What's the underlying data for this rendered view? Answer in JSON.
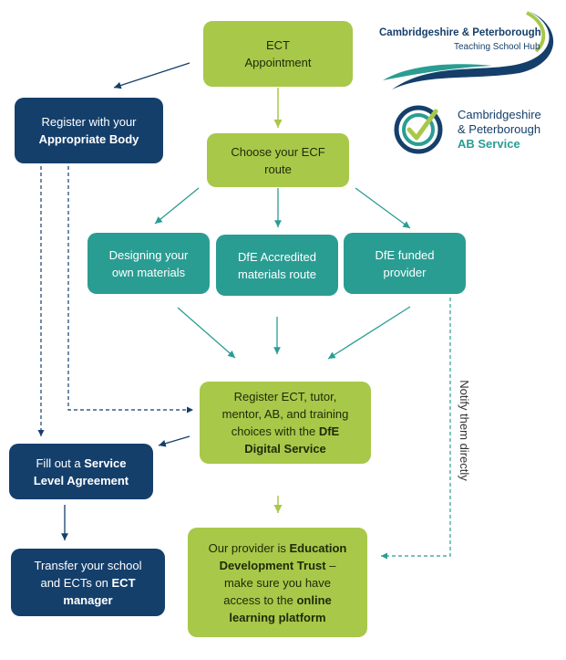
{
  "logos": {
    "tsh": {
      "line1": "Cambridgeshire & Peterborough",
      "line2": "Teaching School Hub"
    },
    "ab": {
      "line1": "Cambridgeshire",
      "line2": "& Peterborough",
      "line3": "AB Service"
    }
  },
  "nodes": {
    "ect_appointment": {
      "line1": "ECT",
      "line2": "Appointment"
    },
    "register_body": {
      "line1": "Register with your",
      "bold": "Appropriate Body"
    },
    "choose_route": {
      "line1": "Choose your ECF",
      "line2": "route"
    },
    "designing": {
      "line1": "Designing your",
      "line2": "own materials"
    },
    "dfe_accredited": {
      "line1": "DfE Accredited",
      "line2": "materials route"
    },
    "dfe_funded": {
      "line1": "DfE funded",
      "line2": "provider"
    },
    "register_ect": {
      "line1": "Register ECT, tutor,",
      "line2": "mentor, AB, and training",
      "line3a": "choices with the ",
      "bold1": "DfE",
      "bold2": "Digital Service"
    },
    "sla": {
      "line1a": "Fill out a ",
      "bold1": "Service",
      "bold2": "Level Agreement"
    },
    "transfer": {
      "line1": "Transfer your school",
      "line2a": "and ECTs on ",
      "bold1": "ECT",
      "bold2": "manager"
    },
    "provider": {
      "line1a": "Our provider is ",
      "bold1": "Education",
      "bold2": "Development Trust",
      "line2b": " –",
      "line3": "make sure you have",
      "line4a": "access to the ",
      "bold3": "online",
      "bold4": "learning platform"
    }
  },
  "notify_label": "Notify them directly",
  "colors": {
    "lime": "#a8c84a",
    "teal": "#2a9d93",
    "navy": "#153f6b"
  }
}
